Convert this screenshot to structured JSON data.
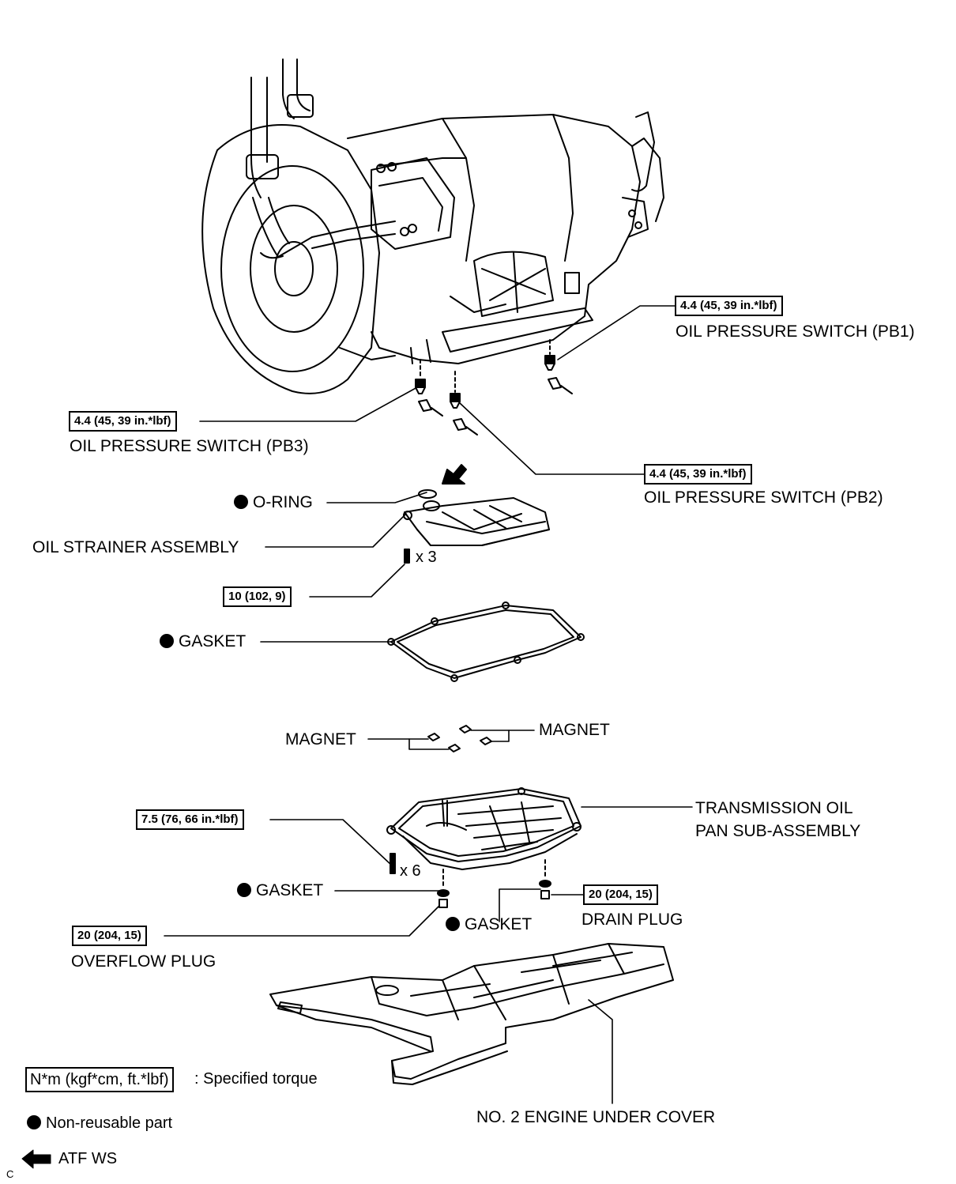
{
  "callouts": {
    "pb1_torque": "4.4 (45, 39 in.*lbf)",
    "pb1_name": "OIL PRESSURE SWITCH (PB1)",
    "pb3_torque": "4.4 (45, 39 in.*lbf)",
    "pb3_name": "OIL PRESSURE SWITCH (PB3)",
    "pb2_torque": "4.4 (45, 39 in.*lbf)",
    "pb2_name": "OIL PRESSURE SWITCH (PB2)",
    "o_ring": "O-RING",
    "oil_strainer": "OIL STRAINER ASSEMBLY",
    "strainer_bolt_qty": "x 3",
    "strainer_bolt_torque": "10 (102, 9)",
    "gasket_upper": "GASKET",
    "magnet_left": "MAGNET",
    "magnet_right": "MAGNET",
    "pan_bolt_torque": "7.5 (76, 66 in.*lbf)",
    "pan_bolt_qty": "x 6",
    "pan_name_line1": "TRANSMISSION OIL",
    "pan_name_line2": "PAN SUB-ASSEMBLY",
    "gasket_overflow": "GASKET",
    "gasket_drain": "GASKET",
    "overflow_torque": "20 (204, 15)",
    "overflow_name": "OVERFLOW PLUG",
    "drain_torque": "20 (204, 15)",
    "drain_name": "DRAIN PLUG",
    "under_cover": "NO. 2 ENGINE UNDER COVER"
  },
  "legend": {
    "torque_box": "N*m (kgf*cm, ft.*lbf)",
    "torque_text": ": Specified torque",
    "nonreusable_text": "Non-reusable part",
    "atf_text": "ATF WS",
    "corner_mark": "C"
  }
}
